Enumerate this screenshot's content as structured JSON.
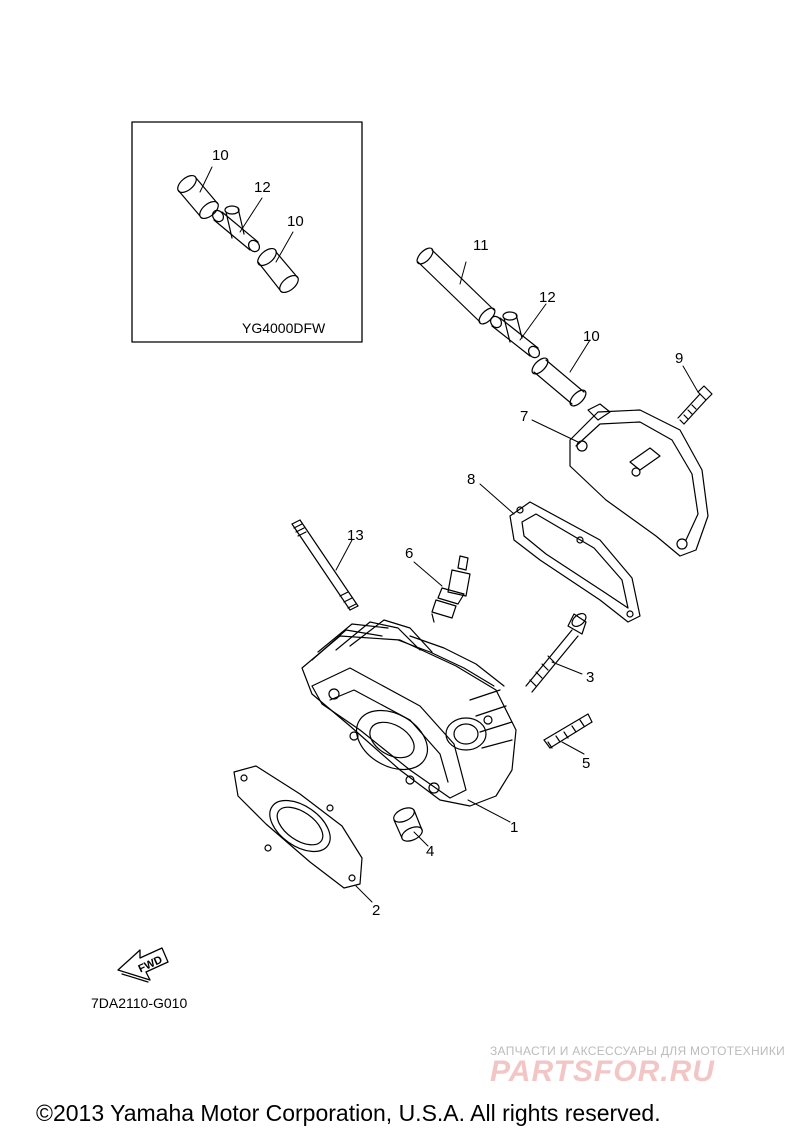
{
  "inset": {
    "code": "YG4000DFW",
    "labels": {
      "top10": "10",
      "part12": "12",
      "bottom10": "10"
    }
  },
  "callouts": {
    "c1": "1",
    "c2": "2",
    "c3": "3",
    "c4": "4",
    "c5": "5",
    "c6": "6",
    "c7": "7",
    "c8": "8",
    "c9": "9",
    "c10": "10",
    "c11": "11",
    "c12": "12",
    "c13": "13"
  },
  "fwd_label": "FWD",
  "diagram_code": "7DA2110-G010",
  "watermark": {
    "tagline": "ЗАПЧАСТИ И АКСЕССУАРЫ ДЛЯ МОТОТЕХНИКИ",
    "logo": "PARTSFOR.RU"
  },
  "copyright": "©2013 Yamaha Motor Corporation, U.S.A. All rights reserved.",
  "colors": {
    "line": "#000000",
    "watermark_logo": "#f3c6c6",
    "watermark_text": "#bbbbbb"
  }
}
